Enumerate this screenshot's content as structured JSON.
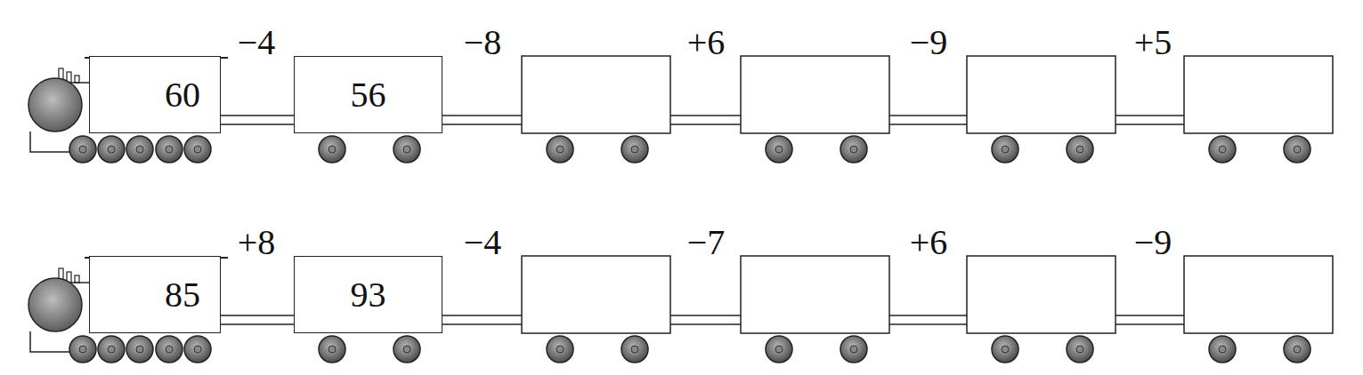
{
  "diagram": {
    "nodes": [
      {
        "text": [
          "60"
        ]
      },
      {
        "text": [
          "56"
        ]
      },
      {
        "text": [
          "85"
        ]
      },
      {
        "text": [
          "93"
        ]
      }
    ],
    "edges": [
      {
        "from": 0,
        "to": 1,
        "arrow": "none"
      },
      {
        "from": 2,
        "to": 3,
        "arrow": "none"
      }
    ],
    "labels": [
      "−4",
      "−8",
      "+6",
      "−9",
      "+5",
      "+8",
      "−4",
      "−7",
      "+6",
      "−9"
    ]
  }
}
